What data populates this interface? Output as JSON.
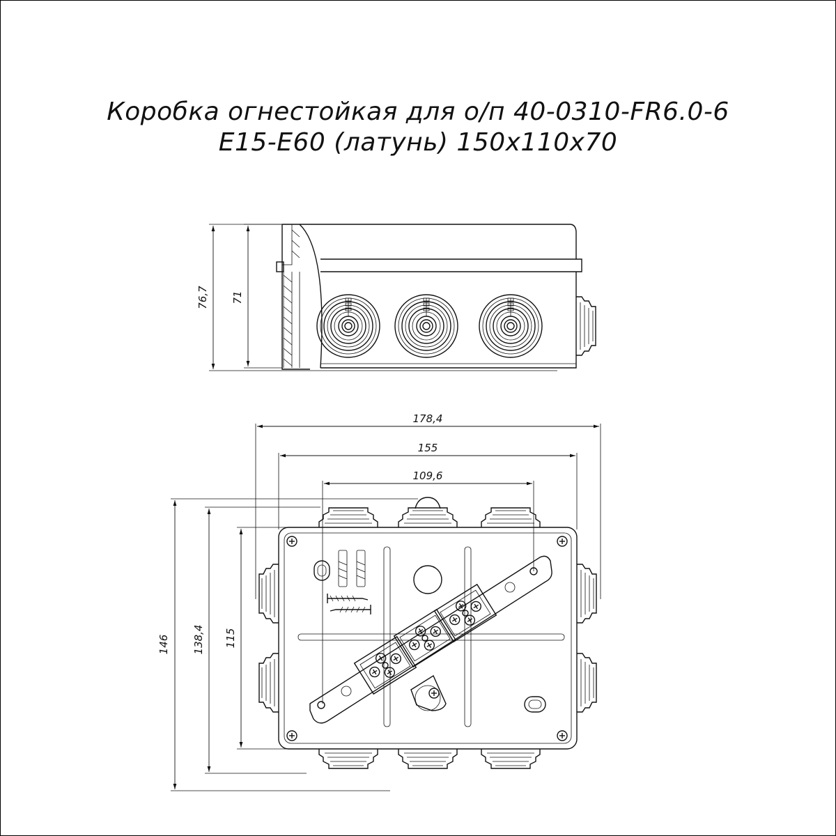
{
  "title": {
    "line1": "Коробка огнестойкая для о/п 40-0310-FR6.0-6",
    "line2": "Е15-Е60 (латунь) 150х110х70"
  },
  "dimensions": {
    "side_total_height": "76,7",
    "side_body_height": "71",
    "top_total_width": "178,4",
    "top_body_width": "155",
    "top_inner_width": "109,6",
    "top_total_height": "146",
    "top_body_height": "138,4",
    "top_inner_height": "115"
  }
}
